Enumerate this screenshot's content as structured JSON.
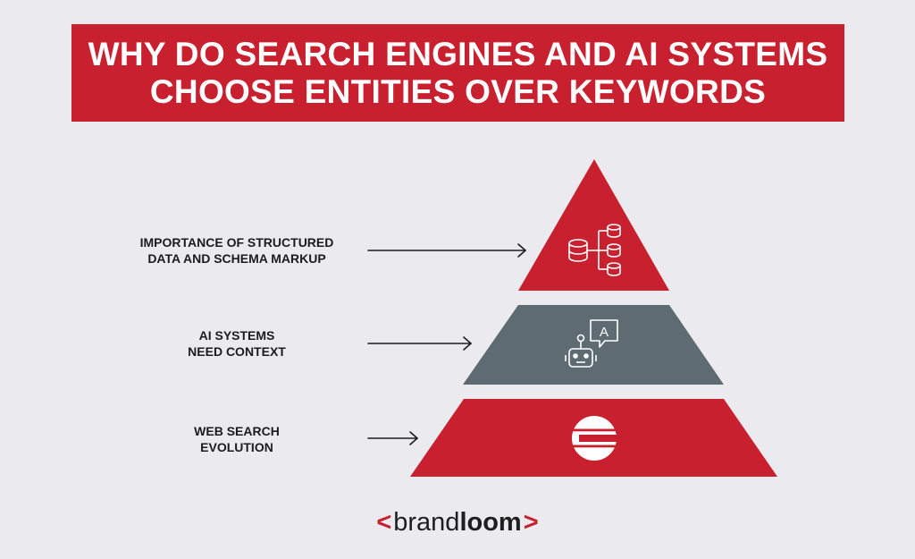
{
  "title": {
    "line1": "WHY DO SEARCH ENGINES AND AI SYSTEMS",
    "line2": "CHOOSE ENTITIES OVER KEYWORDS"
  },
  "tiers": [
    {
      "label_line1": "IMPORTANCE OF STRUCTURED",
      "label_line2": "DATA AND SCHEMA MARKUP",
      "icon": "database-hierarchy-icon",
      "color": "#c9202f"
    },
    {
      "label_line1": "AI SYSTEMS",
      "label_line2": "NEED CONTEXT",
      "icon": "robot-chat-icon",
      "color": "#5f6b72",
      "icon_text": "A"
    },
    {
      "label_line1": "WEB SEARCH",
      "label_line2": "EVOLUTION",
      "icon": "evolution-logo-icon",
      "color": "#c9202f"
    }
  ],
  "logo": {
    "bracket_left": "<",
    "text_light": "brand",
    "text_bold": "loom",
    "bracket_right": ">"
  },
  "colors": {
    "accent": "#c9202f",
    "gray": "#5f6b72",
    "background": "#ebebef"
  }
}
